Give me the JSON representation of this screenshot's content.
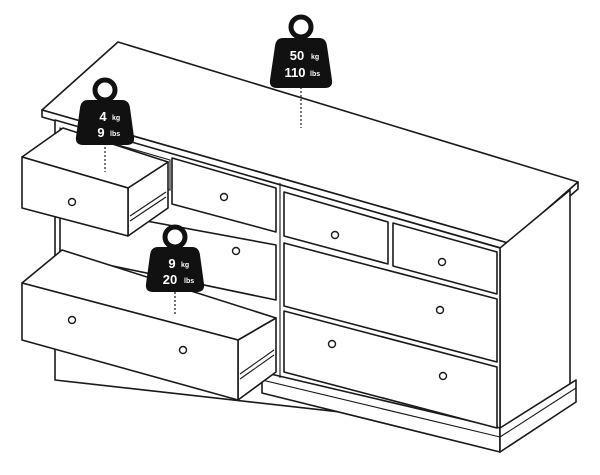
{
  "weights": {
    "top": {
      "value_kg": "50",
      "unit_kg": "kg",
      "value_lbs": "110",
      "unit_lbs": "lbs"
    },
    "drawer_small": {
      "value_kg": "4",
      "unit_kg": "kg",
      "value_lbs": "9",
      "unit_lbs": "lbs"
    },
    "drawer_large": {
      "value_kg": "9",
      "unit_kg": "kg",
      "value_lbs": "20",
      "unit_lbs": "lbs"
    }
  },
  "colors": {
    "line": "#1a1a1a",
    "weight_fill": "#111111",
    "background": "#ffffff"
  },
  "icons": [
    "weight-icon",
    "knob-icon"
  ]
}
